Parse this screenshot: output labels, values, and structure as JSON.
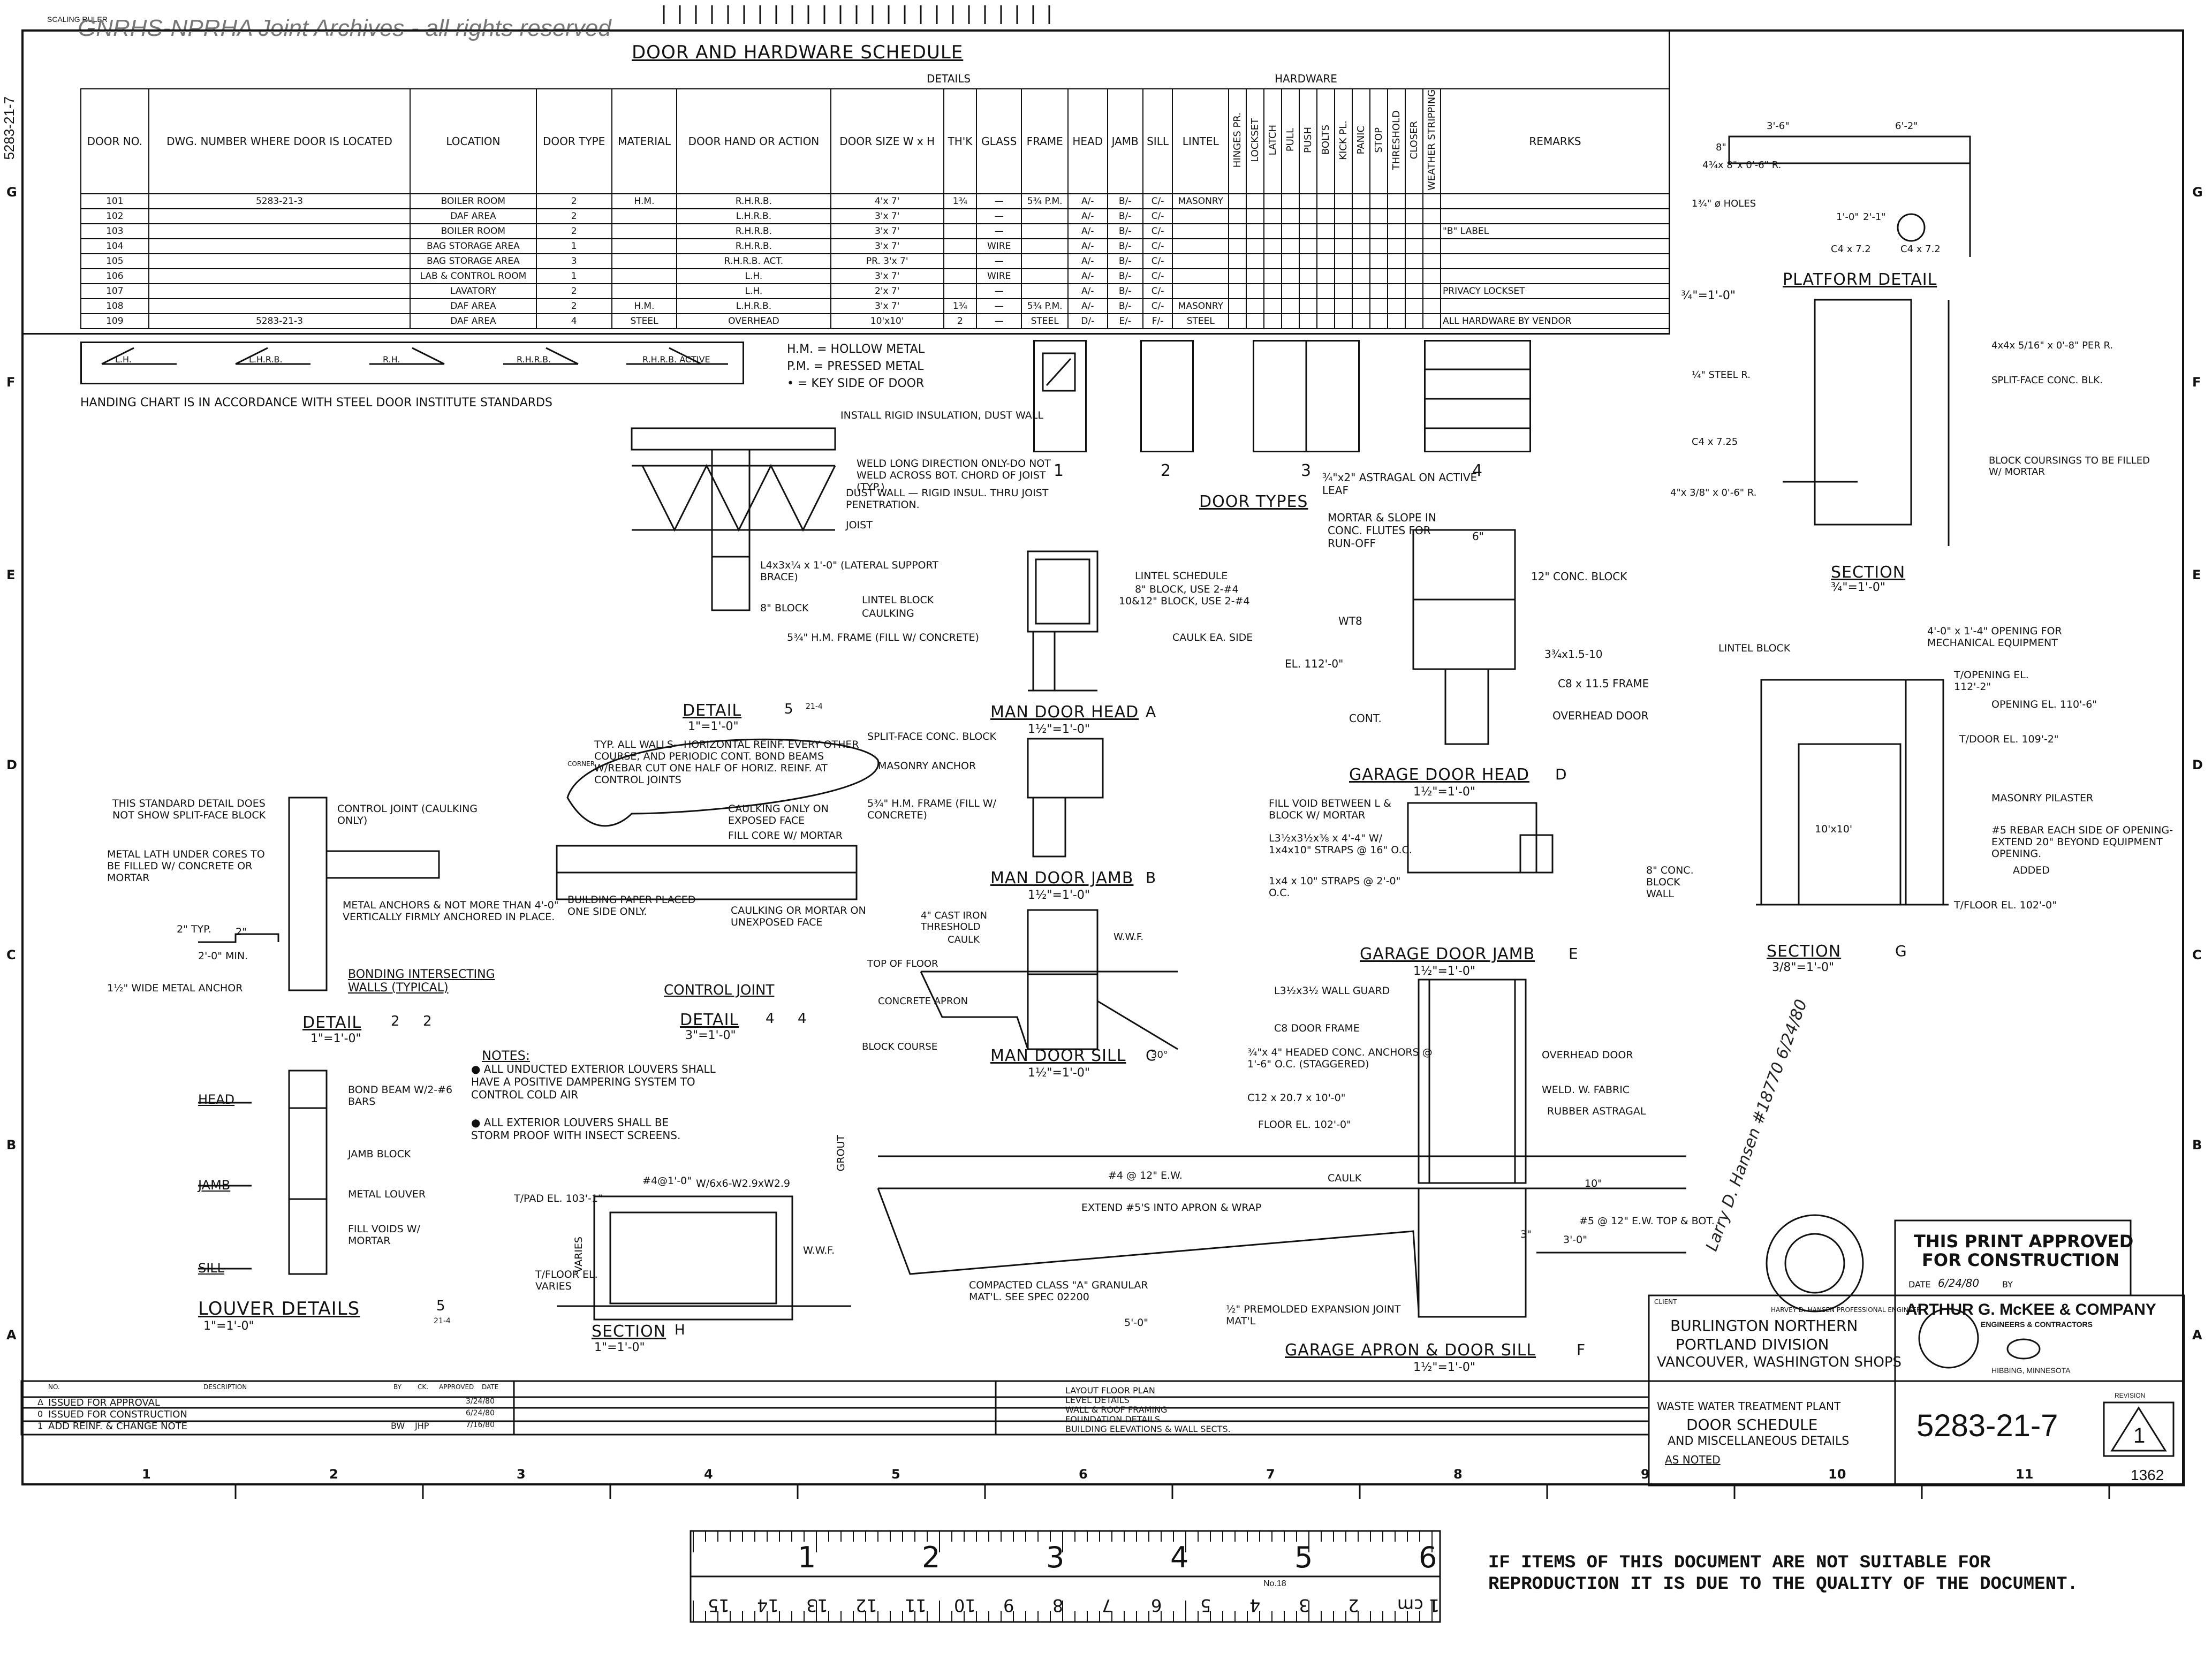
{
  "watermark": "GNRHS-NPRHA Joint Archives - all rights reserved",
  "scaling_note": "SCALING RULER",
  "side_number": "5283-21-7",
  "schedule": {
    "title": "DOOR AND HARDWARE SCHEDULE",
    "group_details": "DETAILS",
    "group_hardware": "HARDWARE",
    "headers": [
      "DOOR NO.",
      "DWG. NUMBER WHERE DOOR IS LOCATED",
      "LOCATION",
      "DOOR TYPE",
      "MATERIAL",
      "DOOR HAND OR ACTION",
      "DOOR SIZE W x H",
      "TH'K",
      "GLASS",
      "FRAME",
      "HEAD",
      "JAMB",
      "SILL",
      "LINTEL"
    ],
    "hardware_headers": [
      "HINGES PR.",
      "LOCKSET",
      "LATCH",
      "PULL",
      "PUSH",
      "BOLTS",
      "KICK PL.",
      "PANIC",
      "STOP",
      "THRESHOLD",
      "CLOSER",
      "WEATHER STRIPPING"
    ],
    "remarks_header": "REMARKS",
    "rows": [
      {
        "no": "101",
        "dwg": "5283-21-3",
        "location": "BOILER ROOM",
        "type": "2",
        "material": "H.M.",
        "hand": "R.H.R.B.",
        "size": "4'x 7'",
        "thk": "1¾",
        "glass": "—",
        "frame": "5¾ P.M.",
        "head": "A/-",
        "jamb": "B/-",
        "sill": "C/-",
        "lintel": "MASONRY",
        "remarks": ""
      },
      {
        "no": "102",
        "dwg": "",
        "location": "DAF AREA",
        "type": "2",
        "material": "",
        "hand": "L.H.R.B.",
        "size": "3'x 7'",
        "thk": "",
        "glass": "—",
        "frame": "",
        "head": "A/-",
        "jamb": "B/-",
        "sill": "C/-",
        "lintel": "",
        "remarks": ""
      },
      {
        "no": "103",
        "dwg": "",
        "location": "BOILER ROOM",
        "type": "2",
        "material": "",
        "hand": "R.H.R.B.",
        "size": "3'x 7'",
        "thk": "",
        "glass": "—",
        "frame": "",
        "head": "A/-",
        "jamb": "B/-",
        "sill": "C/-",
        "lintel": "",
        "remarks": "\"B\" LABEL"
      },
      {
        "no": "104",
        "dwg": "",
        "location": "BAG STORAGE AREA",
        "type": "1",
        "material": "",
        "hand": "R.H.R.B.",
        "size": "3'x 7'",
        "thk": "",
        "glass": "WIRE",
        "frame": "",
        "head": "A/-",
        "jamb": "B/-",
        "sill": "C/-",
        "lintel": "",
        "remarks": ""
      },
      {
        "no": "105",
        "dwg": "",
        "location": "BAG STORAGE AREA",
        "type": "3",
        "material": "",
        "hand": "R.H.R.B. ACT.",
        "size": "PR. 3'x 7'",
        "thk": "",
        "glass": "—",
        "frame": "",
        "head": "A/-",
        "jamb": "B/-",
        "sill": "C/-",
        "lintel": "",
        "remarks": ""
      },
      {
        "no": "106",
        "dwg": "",
        "location": "LAB & CONTROL ROOM",
        "type": "1",
        "material": "",
        "hand": "L.H.",
        "size": "3'x 7'",
        "thk": "",
        "glass": "WIRE",
        "frame": "",
        "head": "A/-",
        "jamb": "B/-",
        "sill": "C/-",
        "lintel": "",
        "remarks": ""
      },
      {
        "no": "107",
        "dwg": "",
        "location": "LAVATORY",
        "type": "2",
        "material": "",
        "hand": "L.H.",
        "size": "2'x 7'",
        "thk": "",
        "glass": "—",
        "frame": "",
        "head": "A/-",
        "jamb": "B/-",
        "sill": "C/-",
        "lintel": "",
        "remarks": "PRIVACY LOCKSET"
      },
      {
        "no": "108",
        "dwg": "",
        "location": "DAF AREA",
        "type": "2",
        "material": "H.M.",
        "hand": "L.H.R.B.",
        "size": "3'x 7'",
        "thk": "1¾",
        "glass": "—",
        "frame": "5¾ P.M.",
        "head": "A/-",
        "jamb": "B/-",
        "sill": "C/-",
        "lintel": "MASONRY",
        "remarks": ""
      },
      {
        "no": "109",
        "dwg": "5283-21-3",
        "location": "DAF AREA",
        "type": "4",
        "material": "STEEL",
        "hand": "OVERHEAD",
        "size": "10'x10'",
        "thk": "2",
        "glass": "—",
        "frame": "STEEL",
        "head": "D/-",
        "jamb": "E/-",
        "sill": "F/-",
        "lintel": "STEEL",
        "remarks": "ALL HARDWARE BY VENDOR"
      }
    ]
  },
  "handing": {
    "labels": [
      "L.H.",
      "L.H.R.B.",
      "R.H.",
      "R.H.R.B.",
      "R.H.R.B. ACTIVE"
    ],
    "note": "HANDING CHART IS IN ACCORDANCE WITH STEEL DOOR INSTITUTE STANDARDS",
    "legend": [
      "H.M. = HOLLOW METAL",
      "P.M. = PRESSED METAL",
      "• = KEY SIDE OF DOOR"
    ]
  },
  "door_types": {
    "title": "DOOR TYPES",
    "numbers": [
      "1",
      "2",
      "3",
      "4"
    ],
    "astragal_note": "¾\"x2\" ASTRAGAL ON ACTIVE LEAF"
  },
  "platform": {
    "title": "PLATFORM DETAIL",
    "scale": "¾\"=1'-0\"",
    "dims": [
      "3'-6\"",
      "6'-2\"",
      "8\"",
      "1'-0\"",
      "2'-1\"",
      "C4 x 7.2",
      "C4 x 7.2"
    ],
    "notes": [
      "1¾\" ø HOLES",
      "4¾x 8\"x 0'-6\" R.",
      "¼\" STEEL R.",
      "4x4x 5/16\" x 0'-8\" PER R.",
      "SPLIT-FACE CONC. BLK.",
      "C4 x 7.25",
      "BLOCK COURSINGS TO BE FILLED W/ MORTAR",
      "4\"x 3/8\" x 0'-6\" R."
    ],
    "section_title": "SECTION",
    "section_scale": "¾\"=1'-0\""
  },
  "joist_detail": {
    "notes": [
      "INSTALL RIGID INSULATION, DUST WALL",
      "WELD LONG DIRECTION ONLY-DO NOT WELD ACROSS BOT. CHORD OF JOIST (TYP.)",
      "DUST WALL — RIGID INSUL. THRU JOIST PENETRATION.",
      "JOIST",
      "L4x3x¼ x 1'-0\" (LATERAL SUPPORT BRACE)",
      "8\" BLOCK"
    ]
  },
  "man_door_head": {
    "title": "MAN DOOR HEAD",
    "tag": "A",
    "scale": "1½\"=1'-0\"",
    "notes": [
      "LINTEL SCHEDULE",
      "8\" BLOCK, USE 2-#4",
      "10&12\" BLOCK, USE 2-#4",
      "LINTEL BLOCK",
      "CAULKING",
      "5¾\" H.M. FRAME (FILL W/ CONCRETE)",
      "CAULK EA. SIDE"
    ]
  },
  "man_door_jamb": {
    "title": "MAN DOOR JAMB",
    "tag": "B",
    "scale": "1½\"=1'-0\"",
    "notes": [
      "SPLIT-FACE CONC. BLOCK",
      "MASONRY ANCHOR",
      "5¾\" H.M. FRAME (FILL W/ CONCRETE)"
    ]
  },
  "man_door_sill": {
    "title": "MAN DOOR SILL",
    "tag": "C",
    "scale": "1½\"=1'-0\"",
    "notes": [
      "4\" CAST IRON THRESHOLD",
      "CAULK",
      "TOP OF FLOOR",
      "CONCRETE APRON",
      "BLOCK COURSE",
      "W.W.F.",
      "30°"
    ]
  },
  "garage_head": {
    "title": "GARAGE DOOR HEAD",
    "tag": "D",
    "scale": "1½\"=1'-0\"",
    "notes": [
      "MORTAR & SLOPE IN CONC. FLUTES FOR RUN-OFF",
      "12\" CONC. BLOCK",
      "WT8",
      "3¾x1.5-10",
      "EL. 112'-0\"",
      "C8 x 11.5 FRAME",
      "CONT.",
      "OVERHEAD DOOR",
      "6\""
    ]
  },
  "garage_jamb": {
    "title": "GARAGE DOOR JAMB",
    "tag": "E",
    "scale": "1½\"=1'-0\"",
    "notes": [
      "FILL VOID BETWEEN L & BLOCK W/ MORTAR",
      "L3½x3½x⅜ x 4'-4\" W/ 1x4x10\" STRAPS @ 16\" O.C.",
      "1x4 x 10\" STRAPS @ 2'-0\" O.C.",
      "8\" CONC. BLOCK WALL"
    ]
  },
  "garage_apron": {
    "title": "GARAGE APRON & DOOR SILL",
    "tag": "F",
    "scale": "1½\"=1'-0\"",
    "notes": [
      "L3½x3½ WALL GUARD",
      "C8 DOOR FRAME",
      "¾\"x 4\" HEADED CONC. ANCHORS @ 1'-6\" O.C. (STAGGERED)",
      "C12 x 20.7 x 10'-0\"",
      "FLOOR EL. 102'-0\"",
      "OVERHEAD DOOR",
      "WELD. W. FABRIC",
      "RUBBER ASTRAGAL",
      "#4 @ 12\" E.W.",
      "CAULK",
      "EXTEND #5'S INTO APRON & WRAP",
      "#5 @ 12\" E.W. TOP & BOT.",
      "COMPACTED CLASS \"A\" GRANULAR MAT'L. SEE SPEC 02200",
      "½\" PREMOLDED EXPANSION JOINT MAT'L",
      "5'-0\"",
      "3'-0\"",
      "10\"",
      "3\""
    ]
  },
  "lintel_section": {
    "title": "SECTION",
    "tag": "G",
    "scale": "3/8\"=1'-0\"",
    "notes": [
      "LINTEL BLOCK",
      "4'-0\" x 1'-4\" OPENING FOR MECHANICAL EQUIPMENT",
      "T/OPENING EL. 112'-2\"",
      "OPENING EL. 110'-6\"",
      "T/DOOR EL. 109'-2\"",
      "MASONRY PILASTER",
      "#5 REBAR EACH SIDE OF OPENING-EXTEND 20\" BEYOND EQUIPMENT OPENING.",
      "ADDED",
      "T/FLOOR EL. 102'-0\"",
      "10'x10'"
    ]
  },
  "detail_5": {
    "title": "DETAIL",
    "tag": "5",
    "sheet": "21-4",
    "scale": "1\"=1'-0\"",
    "notes": [
      "TYP. ALL WALLS—HORIZONTAL REINF. EVERY OTHER COURSE, AND PERIODIC CONT. BOND BEAMS W/REBAR CUT ONE HALF OF HORIZ. REINF. AT CONTROL JOINTS",
      "CAULKING ONLY ON EXPOSED FACE",
      "FILL CORE W/ MORTAR",
      "BUILDING PAPER PLACED ONE SIDE ONLY.",
      "CAULKING OR MORTAR ON UNEXPOSED FACE",
      "CONTROL JOINT",
      "CORNER"
    ]
  },
  "detail_2": {
    "title": "DETAIL",
    "tags": [
      "2",
      "2"
    ],
    "scale": "1\"=1'-0\"",
    "notes": [
      "THIS STANDARD DETAIL DOES NOT SHOW SPLIT-FACE BLOCK",
      "CONTROL JOINT (CAULKING ONLY)",
      "METAL LATH UNDER CORES TO BE FILLED W/ CONCRETE OR MORTAR",
      "METAL ANCHORS & NOT MORE THAN 4'-0\" VERTICALLY FIRMLY ANCHORED IN PLACE.",
      "2\" TYP.",
      "2\"",
      "2'-0\" MIN.",
      "1½\" WIDE METAL ANCHOR",
      "BONDING INTERSECTING WALLS (TYPICAL)"
    ]
  },
  "detail_4": {
    "title": "DETAIL",
    "tags": [
      "4",
      "4"
    ],
    "scale": "3\"=1'-0\""
  },
  "louver": {
    "title": "LOUVER DETAILS",
    "tag": "5",
    "sheet": "21-4",
    "scale": "1\"=1'-0\"",
    "labels": [
      "HEAD",
      "JAMB",
      "SILL"
    ],
    "notes": [
      "BOND BEAM W/2-#6 BARS",
      "JAMB BLOCK",
      "METAL LOUVER",
      "FILL VOIDS W/ MORTAR"
    ],
    "general_notes_title": "NOTES:",
    "general_notes": [
      "● ALL UNDUCTED EXTERIOR LOUVERS SHALL HAVE A POSITIVE DAMPERING SYSTEM TO CONTROL COLD AIR",
      "● ALL EXTERIOR LOUVERS SHALL BE STORM PROOF WITH INSECT SCREENS."
    ]
  },
  "section_h": {
    "title": "SECTION",
    "tag": "H",
    "scale": "1\"=1'-0\"",
    "notes": [
      "T/PAD EL. 103'-1\"",
      "#4@1'-0\"",
      "W/6x6-W2.9xW2.9",
      "VARIES",
      "T/FLOOR EL. VARIES",
      "W.W.F.",
      "GROUT"
    ]
  },
  "approval": {
    "line1": "THIS PRINT APPROVED",
    "line2": "FOR CONSTRUCTION",
    "date_label": "DATE",
    "date": "6/24/80",
    "by_label": "BY",
    "signature_note": "Larry D. Hansen #18770 6/24/80",
    "seal": "HARVEY D. HANSEN PROFESSIONAL ENGINEER"
  },
  "client": {
    "label": "CLIENT",
    "line1": "BURLINGTON NORTHERN",
    "line2": "PORTLAND DIVISION",
    "line3": "VANCOUVER, WASHINGTON SHOPS"
  },
  "company": {
    "name": "ARTHUR G. McKEE & COMPANY",
    "sub": "ENGINEERS & CONTRACTORS",
    "city": "HIBBING, MINNESOTA"
  },
  "title_block": {
    "project": "WASTE WATER TREATMENT PLANT",
    "title1": "DOOR SCHEDULE",
    "title2": "AND MISCELLANEOUS DETAILS",
    "scale": "AS NOTED",
    "number": "5283-21-7",
    "revision_label": "REVISION",
    "revision": "1"
  },
  "revisions": {
    "header_no": "NO.",
    "header_desc": "DESCRIPTION",
    "header_by": "BY",
    "header_ck": "CK.",
    "header_app": "APPROVED",
    "header_date": "DATE",
    "rows": [
      {
        "no": "Δ",
        "desc": "ISSUED FOR APPROVAL",
        "date": "3/24/80"
      },
      {
        "no": "0",
        "desc": "ISSUED FOR CONSTRUCTION",
        "date": "6/24/80"
      },
      {
        "no": "1",
        "desc": "ADD REINF. & CHANGE NOTE",
        "by": "BW",
        "ck": "JHP",
        "date": "7/16/80"
      }
    ],
    "ref_drawings": [
      "LAYOUT FLOOR PLAN",
      "LEVEL DETAILS",
      "WALL & ROOF FRAMING",
      "FOUNDATION DETAILS",
      "BUILDING ELEVATIONS & WALL SECTS."
    ]
  },
  "grid": {
    "cols": [
      "1",
      "2",
      "3",
      "4",
      "5",
      "6",
      "7",
      "8",
      "9",
      "10",
      "11"
    ],
    "rows": [
      "G",
      "F",
      "E",
      "D",
      "C",
      "B",
      "A"
    ],
    "frame_no": "1362"
  },
  "ruler": {
    "inches": [
      "1",
      "2",
      "3",
      "4",
      "5",
      "6"
    ],
    "cm": [
      "1 cm",
      "2",
      "3",
      "4",
      "5",
      "6",
      "7",
      "8",
      "9",
      "10",
      "11",
      "12",
      "13",
      "14",
      "15"
    ],
    "tag": "No.18"
  },
  "quality_note": "IF ITEMS OF THIS DOCUMENT ARE NOT SUITABLE FOR REPRODUCTION IT IS DUE TO THE QUALITY OF THE DOCUMENT."
}
